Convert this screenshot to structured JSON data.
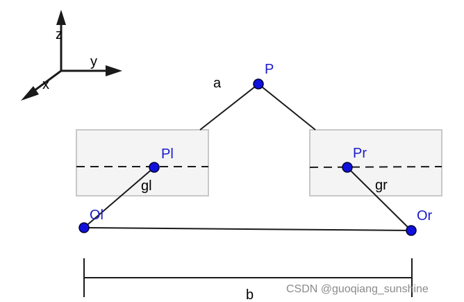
{
  "axes": {
    "z_label": "z",
    "y_label": "y",
    "x_label": "x"
  },
  "points": {
    "p_label": "P",
    "pl_label": "Pl",
    "pr_label": "Pr",
    "ol_label": "Ol",
    "or_label": "Or"
  },
  "segments": {
    "a_label": "a",
    "gl_label": "gl",
    "gr_label": "gr",
    "b_label": "b"
  },
  "watermark": {
    "text": "CSDN @guoqiang_sunshine"
  },
  "colors": {
    "point_fill": "#1010dd",
    "point_stroke": "#000033",
    "point_label": "#1a1acc",
    "box_fill": "#f4f4f4",
    "box_stroke": "#c8c8c8",
    "line": "#1a1a1a"
  }
}
